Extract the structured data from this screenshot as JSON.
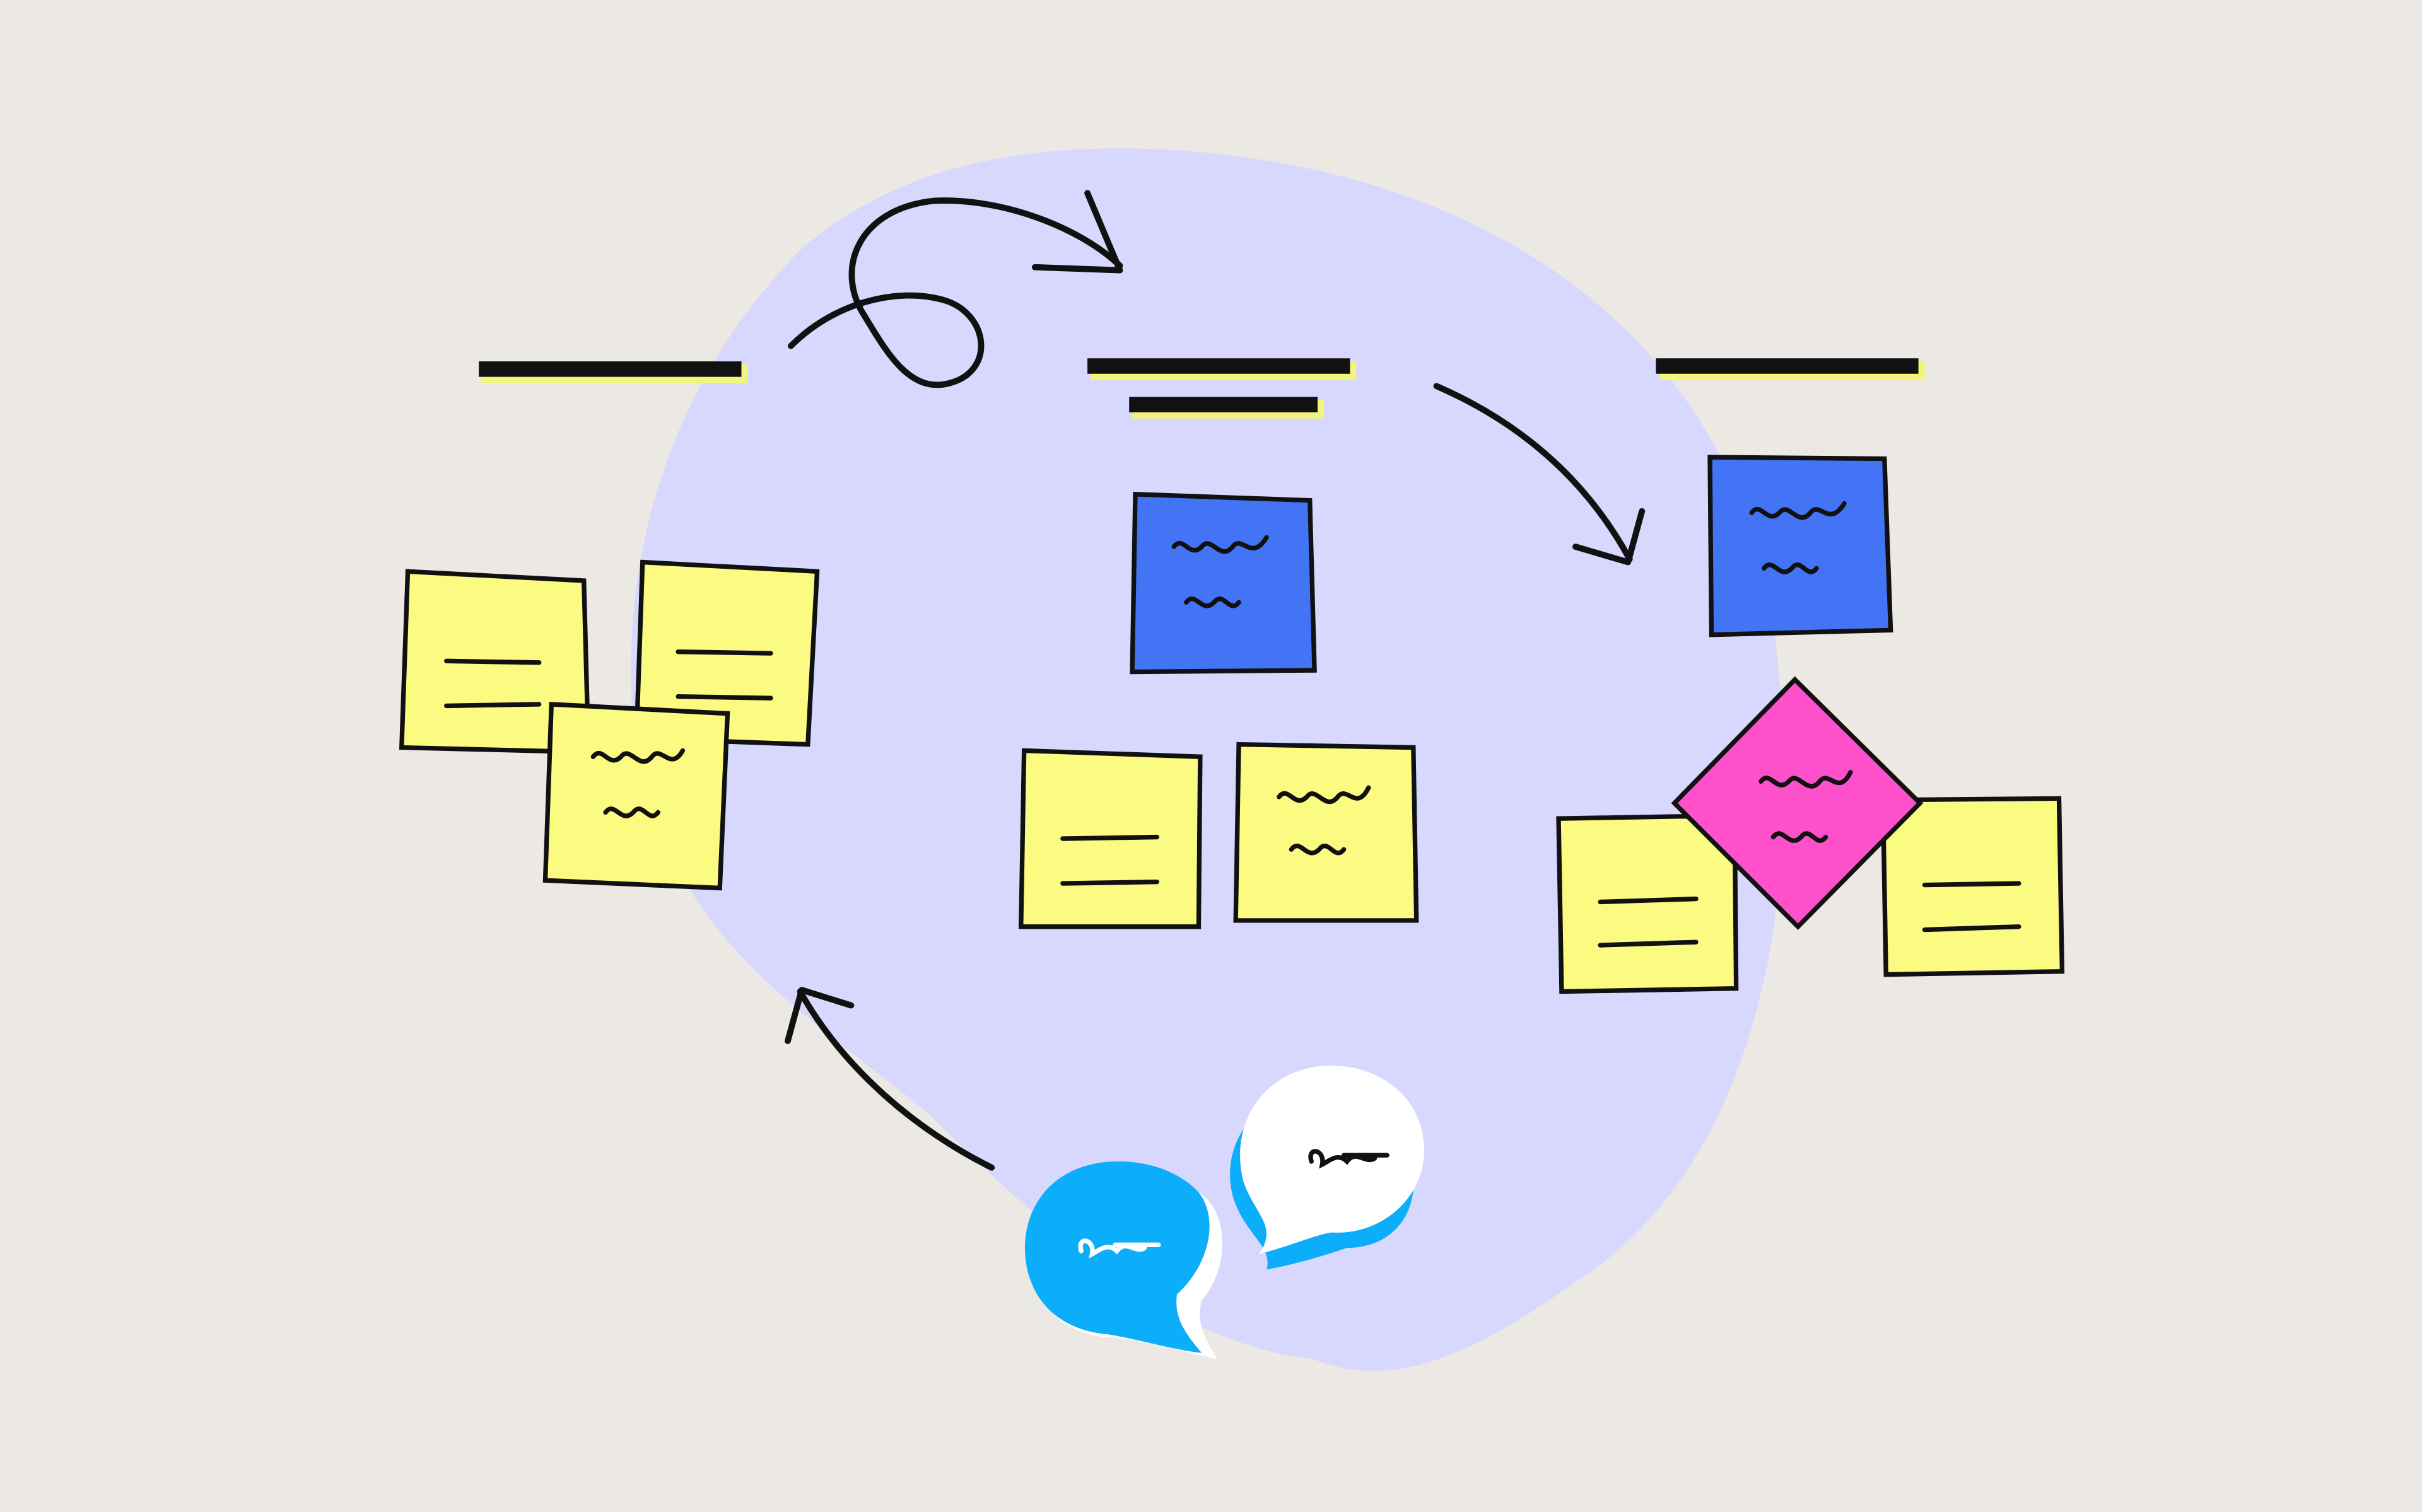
{
  "colors": {
    "background": "#ECE8E3",
    "blob": "#D8D8FE",
    "ink": "#111111",
    "sticky_yellow": "#FBFB82",
    "sticky_blue": "#4274F5",
    "sticky_pink": "#FF50CC",
    "bubble_blue": "#0DAEF9",
    "bubble_white": "#FFFFFF",
    "heading_highlight": "#F2F57A"
  },
  "columns": [
    {
      "id": "column-1",
      "headings": 1,
      "notes": [
        {
          "color": "yellow",
          "mark": "lines"
        },
        {
          "color": "yellow",
          "mark": "lines"
        },
        {
          "color": "yellow",
          "mark": "squiggle"
        }
      ]
    },
    {
      "id": "column-2",
      "headings": 2,
      "notes": [
        {
          "color": "blue",
          "mark": "squiggle"
        },
        {
          "color": "yellow",
          "mark": "lines"
        },
        {
          "color": "yellow",
          "mark": "squiggle"
        }
      ]
    },
    {
      "id": "column-3",
      "headings": 1,
      "notes": [
        {
          "color": "blue",
          "mark": "squiggle"
        },
        {
          "color": "pink",
          "mark": "squiggle"
        },
        {
          "color": "yellow",
          "mark": "lines"
        },
        {
          "color": "yellow",
          "mark": "lines"
        }
      ]
    }
  ],
  "arrows": [
    "loop-arrow",
    "curved-arrow-right",
    "curved-arrow-back"
  ],
  "speech_bubbles": [
    {
      "color": "blue",
      "mark": "squiggle"
    },
    {
      "color": "white",
      "mark": "squiggle"
    }
  ]
}
